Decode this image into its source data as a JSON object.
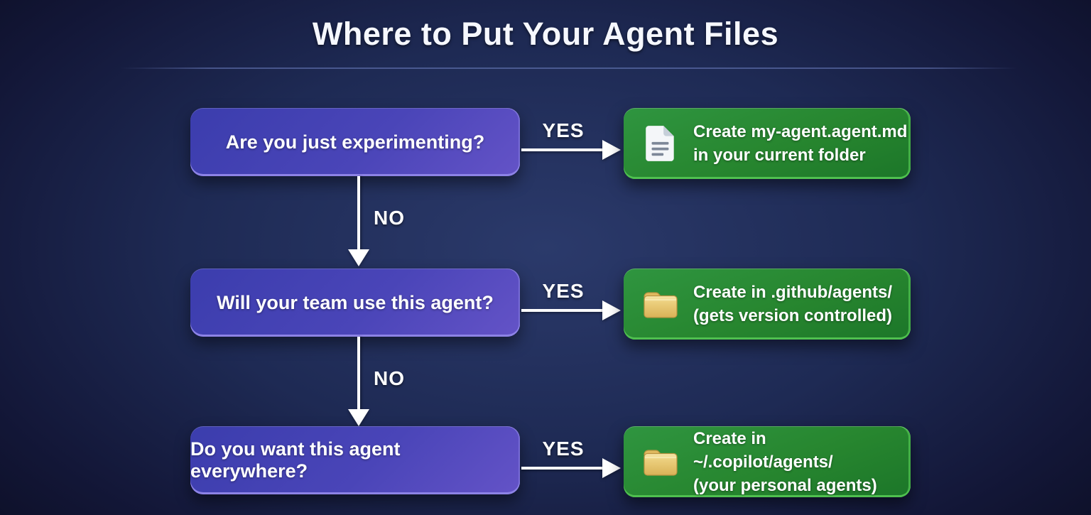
{
  "title": "Where to Put Your Agent Files",
  "colors": {
    "background_center": "#2b3a6b",
    "background_edge": "#0c0e24",
    "title_text": "#f6f8ff",
    "question_box_start": "#3b3dad",
    "question_box_end": "#6453c7",
    "question_box_rim": "#8d83e6",
    "result_box_start": "#2f9540",
    "result_box_end": "#1c7629",
    "result_box_rim": "#4fc04f",
    "arrow": "#ffffff",
    "folder_icon_fill": "#e9c96d",
    "document_icon_fill": "#f4f6f9"
  },
  "flow": {
    "rows": [
      {
        "question": "Are you just experimenting?",
        "yes_label": "YES",
        "no_label": "NO",
        "result_icon": "document-icon",
        "result_line1": "Create my-agent.agent.md",
        "result_line2": "in your current folder"
      },
      {
        "question": "Will your team use this agent?",
        "yes_label": "YES",
        "no_label": "NO",
        "result_icon": "folder-icon",
        "result_line1": "Create in .github/agents/",
        "result_line2": "(gets version controlled)"
      },
      {
        "question": "Do you want this agent everywhere?",
        "yes_label": "YES",
        "result_icon": "folder-icon",
        "result_line1": "Create in ~/.copilot/agents/",
        "result_line2": "(your personal agents)"
      }
    ]
  }
}
